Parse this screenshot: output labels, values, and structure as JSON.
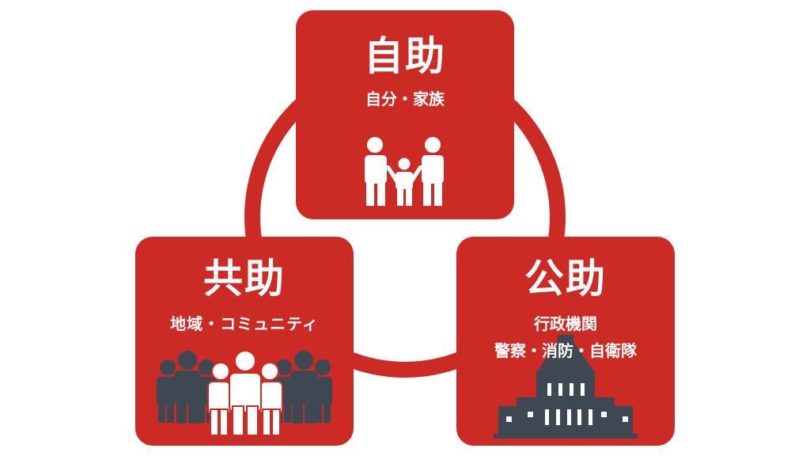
{
  "colors": {
    "accent_red": "#cc2a24",
    "icon_dark": "#3d4853",
    "icon_light": "#ffffff",
    "background": "#ffffff"
  },
  "diagram": {
    "type": "three-circle-cycle",
    "connector": "ring"
  },
  "cards": {
    "top": {
      "title": "自助",
      "subtitle": "自分・家族",
      "icon": "family-icon"
    },
    "left": {
      "title": "共助",
      "subtitle": "地域・コミュニティ",
      "icon": "crowd-icon"
    },
    "right": {
      "title": "公助",
      "subtitle_line1": "行政機関",
      "subtitle_line2": "警察・消防・自衛隊",
      "icon": "government-building-icon"
    }
  }
}
